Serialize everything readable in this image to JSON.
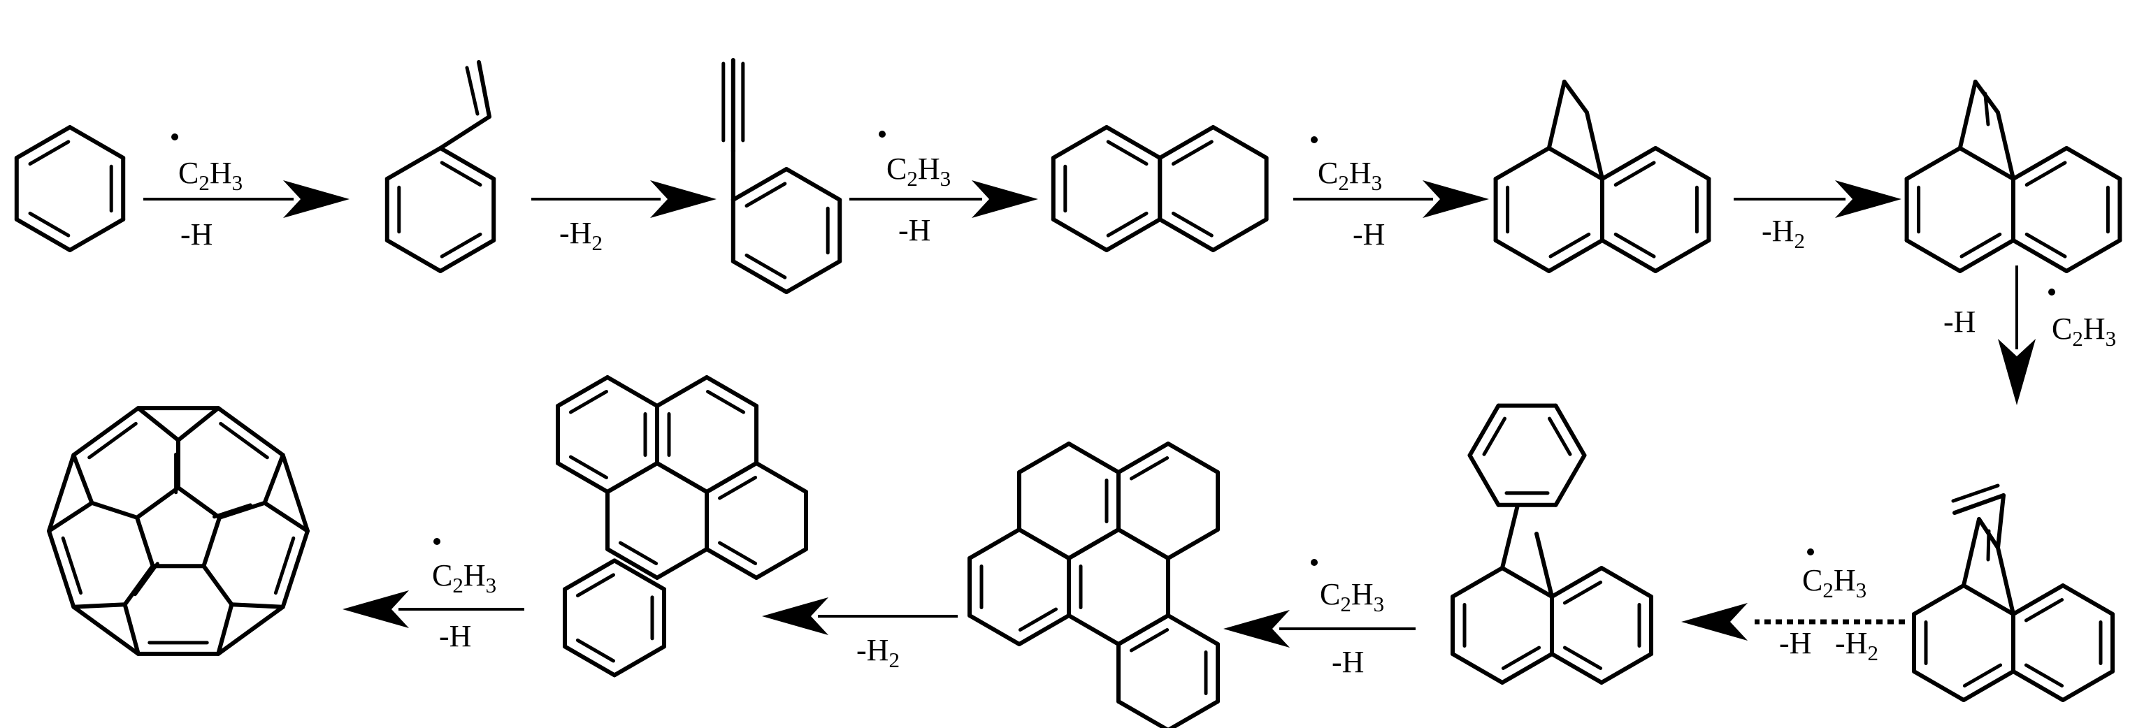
{
  "labels": {
    "c2h3": "C2H3",
    "c2h3_c": "C",
    "c2h3_2": "2",
    "c2h3_h": "H",
    "c2h3_3": "3",
    "minus_h": "-H",
    "minus_h2_prefix": "-H",
    "minus_h2_sub": "2"
  },
  "steps": [
    {
      "id": "step1",
      "reagent": "C2H3",
      "byproduct": "-H"
    },
    {
      "id": "step2",
      "reagent": "",
      "byproduct": "-H2"
    },
    {
      "id": "step3",
      "reagent": "C2H3",
      "byproduct": "-H"
    },
    {
      "id": "step4",
      "reagent": "C2H3",
      "byproduct": "-H"
    },
    {
      "id": "step5",
      "reagent": "",
      "byproduct": "-H2"
    },
    {
      "id": "step6",
      "reagent": "C2H3",
      "byproduct": "-H"
    },
    {
      "id": "step7",
      "reagent": "C2H3",
      "byproduct": "-H -H2"
    },
    {
      "id": "step8",
      "reagent": "C2H3",
      "byproduct": "-H"
    },
    {
      "id": "step9",
      "reagent": "",
      "byproduct": "-H2"
    },
    {
      "id": "step10",
      "reagent": "C2H3",
      "byproduct": "-H"
    }
  ]
}
